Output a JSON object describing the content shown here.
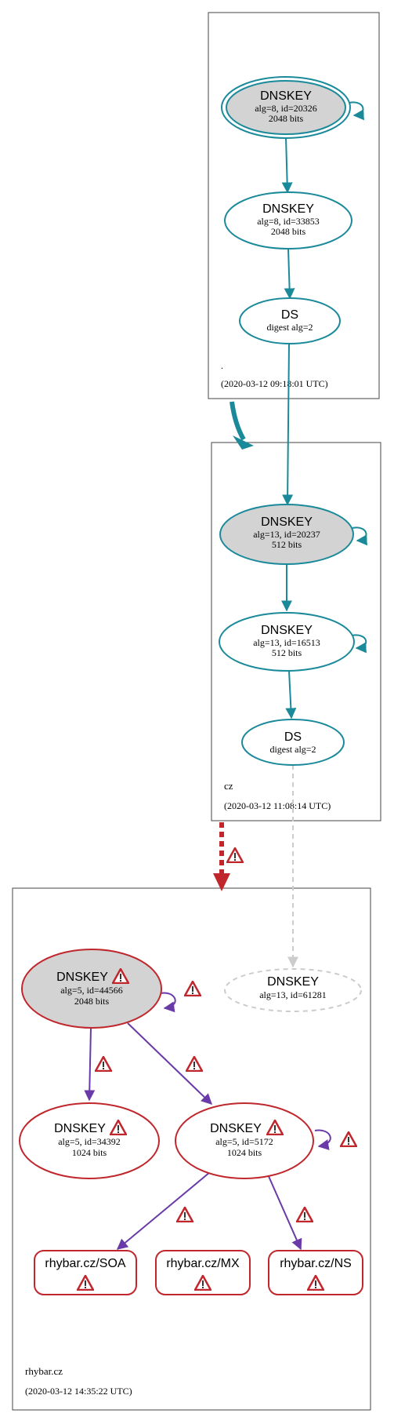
{
  "zones": [
    {
      "id": "root",
      "name": ".",
      "timestamp": "(2020-03-12 09:18:01 UTC)"
    },
    {
      "id": "cz",
      "name": "cz",
      "timestamp": "(2020-03-12 11:08:14 UTC)"
    },
    {
      "id": "rhybar",
      "name": "rhybar.cz",
      "timestamp": "(2020-03-12 14:35:22 UTC)"
    }
  ],
  "nodes": {
    "root_ksk": {
      "title": "DNSKEY",
      "line1": "alg=8, id=20326",
      "line2": "2048 bits"
    },
    "root_zsk": {
      "title": "DNSKEY",
      "line1": "alg=8, id=33853",
      "line2": "2048 bits"
    },
    "root_ds": {
      "title": "DS",
      "line1": "digest alg=2"
    },
    "cz_ksk": {
      "title": "DNSKEY",
      "line1": "alg=13, id=20237",
      "line2": "512 bits"
    },
    "cz_zsk": {
      "title": "DNSKEY",
      "line1": "alg=13, id=16513",
      "line2": "512 bits"
    },
    "cz_ds": {
      "title": "DS",
      "line1": "digest alg=2"
    },
    "rh_ksk": {
      "title": "DNSKEY",
      "line1": "alg=5, id=44566",
      "line2": "2048 bits"
    },
    "rh_missing": {
      "title": "DNSKEY",
      "line1": "alg=13, id=61281"
    },
    "rh_key1": {
      "title": "DNSKEY",
      "line1": "alg=5, id=34392",
      "line2": "1024 bits"
    },
    "rh_key2": {
      "title": "DNSKEY",
      "line1": "alg=5, id=5172",
      "line2": "1024 bits"
    },
    "rr_soa": {
      "title": "rhybar.cz/SOA"
    },
    "rr_mx": {
      "title": "rhybar.cz/MX"
    },
    "rr_ns": {
      "title": "rhybar.cz/NS"
    }
  },
  "colors": {
    "secure": "#1a8a9a",
    "bogus": "#c0272d",
    "edge_bogus": "#6a3aa8",
    "insecure_dashed": "#cccccc",
    "key_fill": "#d3d3d3",
    "warning": "#c0272d"
  }
}
